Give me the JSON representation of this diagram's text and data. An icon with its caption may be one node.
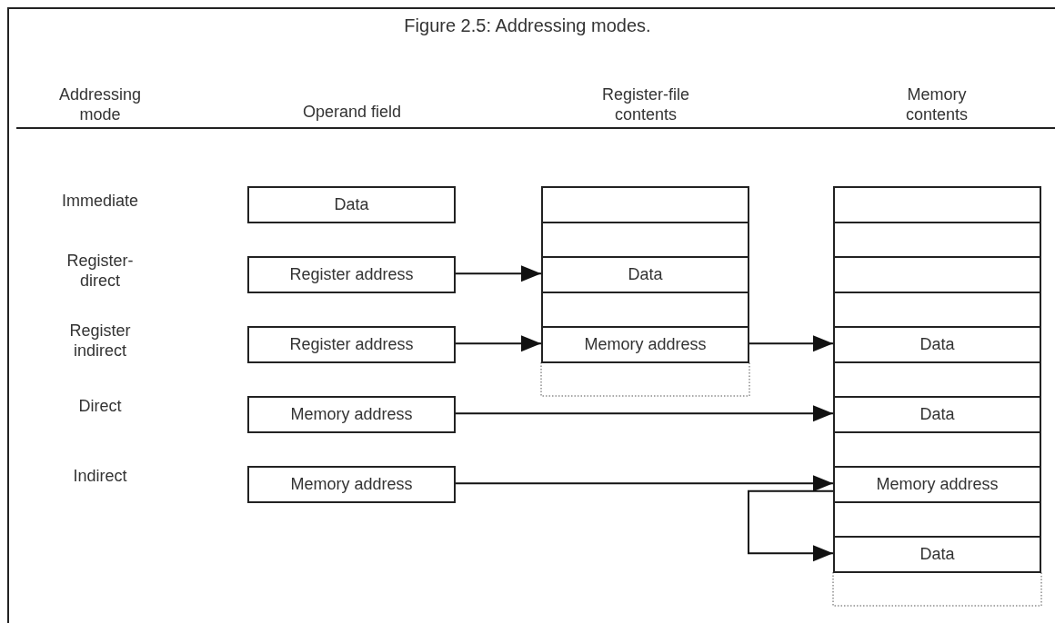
{
  "diagram": {
    "title": "Figure 2.5: Addressing modes.",
    "nodes": [
      {
        "text": [
          "Data"
        ]
      },
      {
        "text": [
          "Register address"
        ]
      },
      {
        "text": [
          "Register address"
        ]
      },
      {
        "text": [
          "Memory address"
        ]
      },
      {
        "text": [
          "Memory address"
        ]
      },
      {
        "text": [],
        "shape": "box"
      },
      {
        "text": [],
        "shape": "box"
      },
      {
        "text": [
          "Data"
        ]
      },
      {
        "text": [],
        "shape": "box"
      },
      {
        "text": [
          "Memory address"
        ]
      },
      {
        "text": [],
        "shape": "box"
      },
      {
        "text": [],
        "shape": "box"
      },
      {
        "text": [],
        "shape": "box"
      },
      {
        "text": [],
        "shape": "box"
      },
      {
        "text": [
          "Data"
        ]
      },
      {
        "text": [],
        "shape": "box"
      },
      {
        "text": [
          "Data"
        ]
      },
      {
        "text": [],
        "shape": "box"
      },
      {
        "text": [
          "Memory address"
        ]
      },
      {
        "text": [],
        "shape": "box"
      },
      {
        "text": [
          "Data"
        ]
      }
    ],
    "edges": [
      {
        "from": 1,
        "to": 7,
        "arrow": "to"
      },
      {
        "from": 2,
        "to": 9,
        "arrow": "to"
      },
      {
        "from": 9,
        "to": 14,
        "arrow": "to"
      },
      {
        "from": 3,
        "to": 16,
        "arrow": "to"
      },
      {
        "from": 4,
        "to": 18,
        "arrow": "to"
      },
      {
        "from": 18,
        "to": 20,
        "arrow": "to"
      }
    ],
    "labels": [
      "Addressing mode",
      "Operand field",
      "Register-file contents",
      "Memory contents",
      "Immediate",
      "Register- direct",
      "Register indirect",
      "Direct",
      "Indirect"
    ]
  }
}
